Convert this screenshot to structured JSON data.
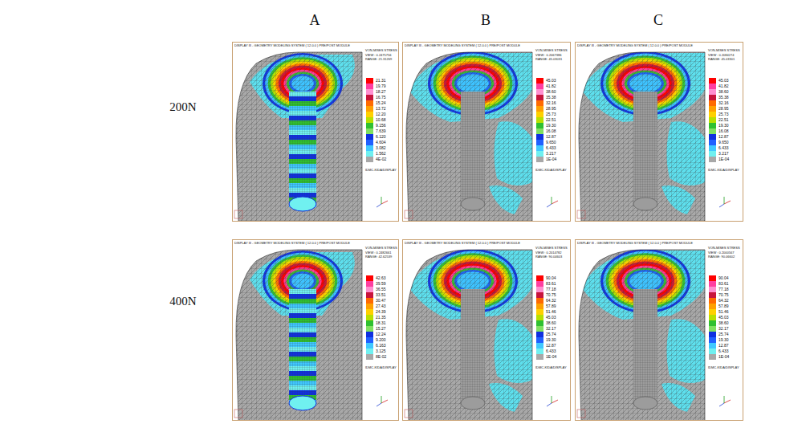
{
  "diagram": {
    "labels": [
      "A",
      "B",
      "C",
      "200N",
      "400N",
      "DISPLAY III - GEOMETRY MODELING SYSTEM ( 12.0.0 ) PRE/POST MODULE",
      "VON-MISES STRESS",
      "VIEW : 0.2475756",
      "RANGE: 21.31269",
      "IDMC-KIDA/DISPLAY",
      "DISPLAY III - GEOMETRY MODELING SYSTEM ( 12.0.0 ) PRE/POST MODULE",
      "VON-MISES STRESS",
      "VIEW : 0.2067386",
      "RANGE: 45.03031",
      "IDMC-KIDA/DISPLAY",
      "DISPLAY III - GEOMETRY MODELING SYSTEM ( 12.0.0 ) PRE/POST MODULE",
      "VON-MISES STRESS",
      "VIEW : 0.2084274",
      "RANGE: 45.03301",
      "IDMC-KIDA/DISPLAY",
      "DISPLAY III - GEOMETRY MODELING SYSTEM ( 12.0.0 ) PRE/POST MODULE",
      "VON-MISES STRESS",
      "VIEW : 0.2482661",
      "RANGE: 42.62539",
      "IDMC-KIDA/DISPLAY",
      "DISPLAY III - GEOMETRY MODELING SYSTEM ( 12.0.0 ) PRE/POST MODULE",
      "VON-MISES STRESS",
      "VIEW : 0.2014782",
      "RANGE: 90.04603",
      "IDMC-KIDA/DISPLAY",
      "DISPLAY III - GEOMETRY MODELING SYSTEM ( 12.0.0 ) PRE/POST MODULE",
      "VON-MISES STRESS",
      "VIEW : 0.2000567",
      "RANGE: 90.06602",
      "IDMC-KIDA/DISPLAY"
    ],
    "legend": [
      {
        "text": "21.31",
        "color": "#ff0000"
      },
      {
        "text": "19.79",
        "color": "#ff3fa0"
      },
      {
        "text": "18.27",
        "color": "#ff8fd0"
      },
      {
        "text": "16.75",
        "color": "#c8143c"
      },
      {
        "text": "15.24",
        "color": "#ff6a00"
      },
      {
        "text": "13.72",
        "color": "#ffa000"
      },
      {
        "text": "12.20",
        "color": "#ffd000"
      },
      {
        "text": "10.68",
        "color": "#b8e000"
      },
      {
        "text": "9.156",
        "color": "#30c030"
      },
      {
        "text": "7.639",
        "color": "#80e060"
      },
      {
        "text": "6.120",
        "color": "#1030e0"
      },
      {
        "text": "4.604",
        "color": "#2060ff"
      },
      {
        "text": "3.082",
        "color": "#40c8ff"
      },
      {
        "text": "1.562",
        "color": "#70f0f0"
      },
      {
        "text": "4E-02",
        "color": "#a8a8a8"
      },
      {
        "text": "45.03",
        "color": "#ff0000"
      },
      {
        "text": "41.82",
        "color": "#ff3fa0"
      },
      {
        "text": "38.60",
        "color": "#ff8fd0"
      },
      {
        "text": "35.38",
        "color": "#c8143c"
      },
      {
        "text": "32.16",
        "color": "#ff6a00"
      },
      {
        "text": "28.95",
        "color": "#ffa000"
      },
      {
        "text": "25.73",
        "color": "#ffd000"
      },
      {
        "text": "22.51",
        "color": "#b8e000"
      },
      {
        "text": "19.30",
        "color": "#30c030"
      },
      {
        "text": "16.08",
        "color": "#80e060"
      },
      {
        "text": "12.87",
        "color": "#1030e0"
      },
      {
        "text": "9.650",
        "color": "#2060ff"
      },
      {
        "text": "6.433",
        "color": "#40c8ff"
      },
      {
        "text": "3.217",
        "color": "#70f0f0"
      },
      {
        "text": "1E-04",
        "color": "#a8a8a8"
      },
      {
        "text": "45.03",
        "color": "#ff0000"
      },
      {
        "text": "41.82",
        "color": "#ff3fa0"
      },
      {
        "text": "38.60",
        "color": "#ff8fd0"
      },
      {
        "text": "35.38",
        "color": "#c8143c"
      },
      {
        "text": "32.16",
        "color": "#ff6a00"
      },
      {
        "text": "28.95",
        "color": "#ffa000"
      },
      {
        "text": "25.73",
        "color": "#ffd000"
      },
      {
        "text": "22.51",
        "color": "#b8e000"
      },
      {
        "text": "19.30",
        "color": "#30c030"
      },
      {
        "text": "16.08",
        "color": "#80e060"
      },
      {
        "text": "12.87",
        "color": "#1030e0"
      },
      {
        "text": "9.650",
        "color": "#2060ff"
      },
      {
        "text": "6.433",
        "color": "#40c8ff"
      },
      {
        "text": "3.217",
        "color": "#70f0f0"
      },
      {
        "text": "1E-04",
        "color": "#a8a8a8"
      },
      {
        "text": "42.63",
        "color": "#ff0000"
      },
      {
        "text": "39.59",
        "color": "#ff3fa0"
      },
      {
        "text": "36.55",
        "color": "#ff8fd0"
      },
      {
        "text": "33.51",
        "color": "#c8143c"
      },
      {
        "text": "30.47",
        "color": "#ff6a00"
      },
      {
        "text": "27.43",
        "color": "#ffa000"
      },
      {
        "text": "24.39",
        "color": "#ffd000"
      },
      {
        "text": "21.35",
        "color": "#b8e000"
      },
      {
        "text": "18.31",
        "color": "#30c030"
      },
      {
        "text": "15.27",
        "color": "#80e060"
      },
      {
        "text": "12.24",
        "color": "#1030e0"
      },
      {
        "text": "9.200",
        "color": "#2060ff"
      },
      {
        "text": "6.163",
        "color": "#40c8ff"
      },
      {
        "text": "3.125",
        "color": "#70f0f0"
      },
      {
        "text": "8E-02",
        "color": "#a8a8a8"
      },
      {
        "text": "90.04",
        "color": "#ff0000"
      },
      {
        "text": "83.61",
        "color": "#ff3fa0"
      },
      {
        "text": "77.18",
        "color": "#ff8fd0"
      },
      {
        "text": "70.75",
        "color": "#c8143c"
      },
      {
        "text": "64.32",
        "color": "#ff6a00"
      },
      {
        "text": "57.89",
        "color": "#ffa000"
      },
      {
        "text": "51.46",
        "color": "#ffd000"
      },
      {
        "text": "45.03",
        "color": "#b8e000"
      },
      {
        "text": "38.60",
        "color": "#30c030"
      },
      {
        "text": "32.17",
        "color": "#80e060"
      },
      {
        "text": "25.74",
        "color": "#1030e0"
      },
      {
        "text": "19.30",
        "color": "#2060ff"
      },
      {
        "text": "12.87",
        "color": "#40c8ff"
      },
      {
        "text": "6.433",
        "color": "#70f0f0"
      },
      {
        "text": "1E-04",
        "color": "#a8a8a8"
      },
      {
        "text": "90.04",
        "color": "#ff0000"
      },
      {
        "text": "83.61",
        "color": "#ff3fa0"
      },
      {
        "text": "77.18",
        "color": "#ff8fd0"
      },
      {
        "text": "70.75",
        "color": "#c8143c"
      },
      {
        "text": "64.32",
        "color": "#ff6a00"
      },
      {
        "text": "57.89",
        "color": "#ffa000"
      },
      {
        "text": "51.46",
        "color": "#ffd000"
      },
      {
        "text": "45.03",
        "color": "#b8e000"
      },
      {
        "text": "38.60",
        "color": "#30c030"
      },
      {
        "text": "32.17",
        "color": "#80e060"
      },
      {
        "text": "25.74",
        "color": "#1030e0"
      },
      {
        "text": "19.30",
        "color": "#2060ff"
      },
      {
        "text": "12.87",
        "color": "#40c8ff"
      },
      {
        "text": "6.433",
        "color": "#70f0f0"
      },
      {
        "text": "1E-04",
        "color": "#a8a8a8"
      }
    ]
  }
}
